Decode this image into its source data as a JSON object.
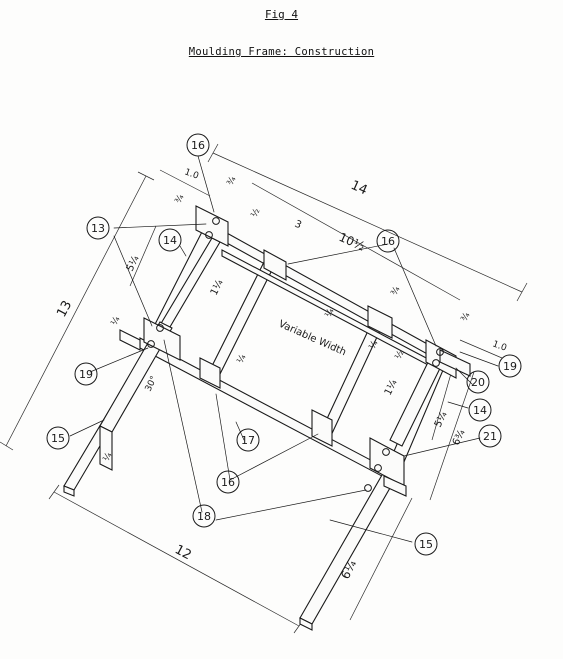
{
  "figure": {
    "label": "Fig 4",
    "title": "Moulding Frame: Construction"
  },
  "part_callouts": [
    "13",
    "14",
    "14",
    "15",
    "15",
    "16",
    "16",
    "16",
    "17",
    "18",
    "19",
    "19",
    "20",
    "21"
  ],
  "dimensions": {
    "overall_length": "14",
    "overall_depth": "13",
    "base_length": "12",
    "end_margin_left": "1.0",
    "end_margin_right": "1.0",
    "rail_gap": "10½",
    "cross_gap": "3",
    "block_thickness": "¾",
    "block_thickness_2": "¾",
    "block_thickness_3": "¾",
    "block_thickness_4": "¾",
    "half_inch": "½",
    "half_inch_2": "½",
    "quarter_inch": "¼",
    "quarter_inch_2": "¼",
    "quarter_inch_3": "¼",
    "quarter_inch_4": "¼",
    "quarter_inch_5": "¼",
    "leg_offset": "1¼",
    "leg_offset_2": "1¼",
    "rail_height_left": "5¼",
    "rail_height_right": "5¼",
    "leg_height_right": "6¾",
    "leg_height": "6¼",
    "angle": "30°"
  },
  "annotation": {
    "variable_width": "Variable Width"
  }
}
